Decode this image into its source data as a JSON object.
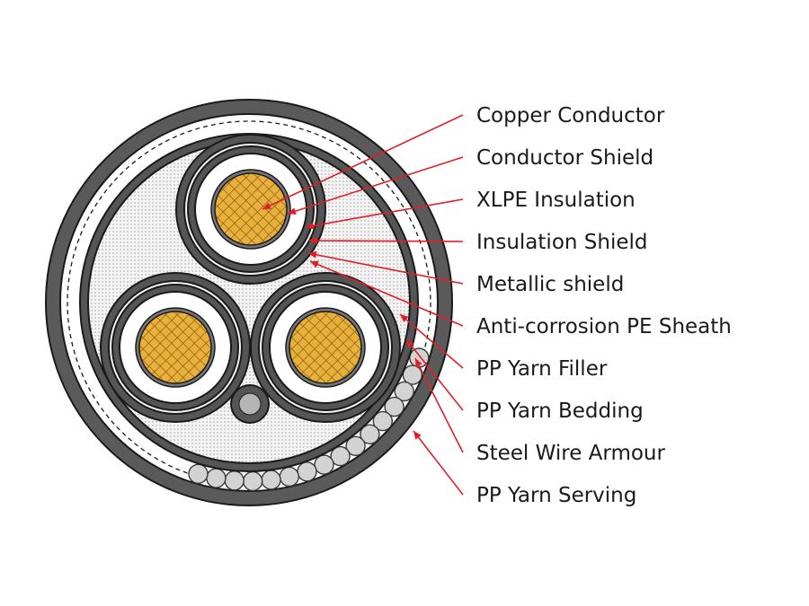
{
  "diagram": {
    "labels": [
      "Copper Conductor",
      "Conductor Shield",
      "XLPE Insulation",
      "Insulation Shield",
      "Metallic shield",
      "Anti-corrosion PE Sheath",
      "PP Yarn Filler",
      "PP Yarn Bedding",
      "Steel Wire Armour",
      "PP Yarn Serving"
    ]
  },
  "colors": {
    "leader_line": "#e11d2a",
    "copper": "#e8b13c",
    "outer_sheath": "#5a5a5a",
    "label_text": "#1a1a1a"
  }
}
